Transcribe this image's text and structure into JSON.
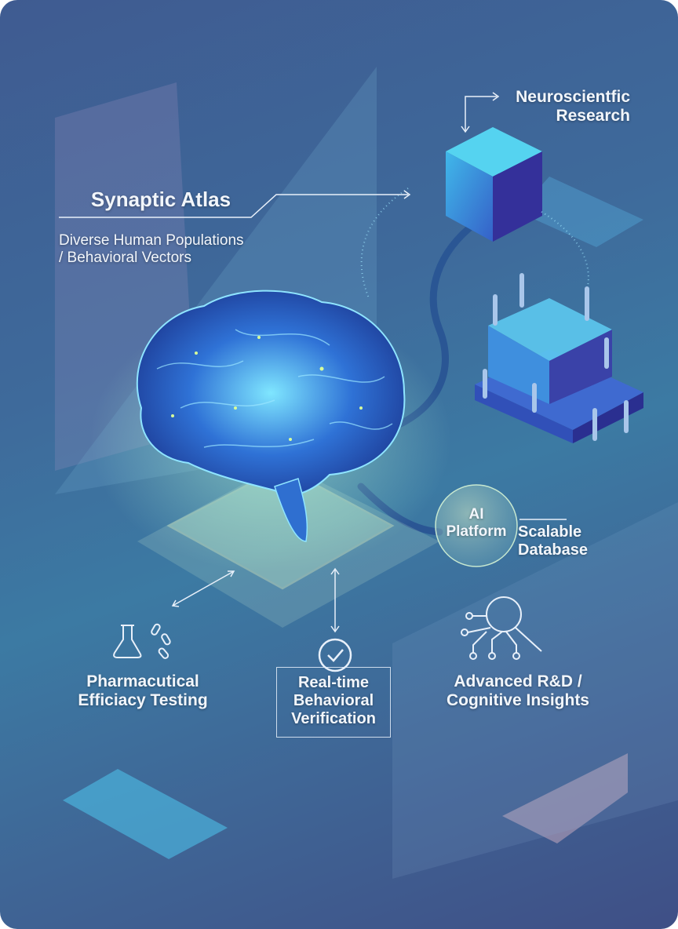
{
  "title": "Synaptic Atlas",
  "subtitle": [
    "Diverse Human Populations",
    "/ Behavioral Vectors"
  ],
  "research_label": [
    "Neuroscientfic",
    "Research"
  ],
  "ai_platform": [
    "AI",
    "Platform"
  ],
  "database_label": [
    "Scalable",
    "Database"
  ],
  "features": {
    "pharma": [
      "Pharmacutical",
      "Efficiacy Testing"
    ],
    "realtime": [
      "Real-time",
      "Behavioral",
      "Verification"
    ],
    "advanced": [
      "Advanced R&D /",
      "Cognitive Insights"
    ]
  },
  "colors": {
    "accent": "#5fd8f0",
    "brain": "#3f8ef0",
    "platform": "#cfeed0"
  }
}
